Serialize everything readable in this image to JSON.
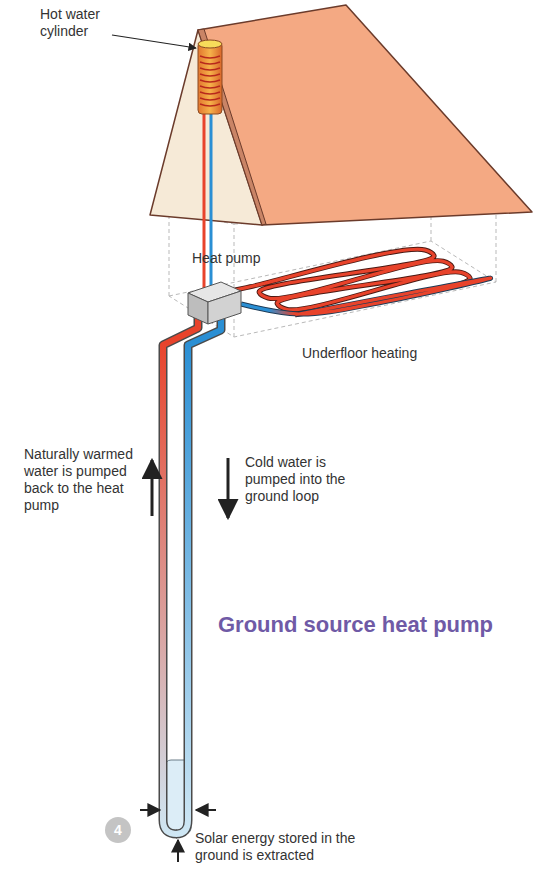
{
  "diagram": {
    "title": "Ground source heat pump",
    "nodes": [
      {
        "text": [
          "4"
        ]
      }
    ],
    "labels": [
      "Hot water cylinder",
      "Heat pump",
      "Underfloor heating",
      "Naturally warmed water is pumped back to the heat pump",
      "Cold water is pumped into the ground loop",
      "Solar energy stored in the ground is extracted"
    ]
  }
}
